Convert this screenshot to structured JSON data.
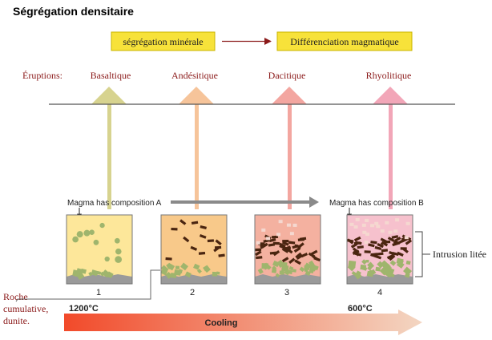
{
  "title": "Ségrégation densitaire",
  "process": {
    "from_label": "ségrégation minérale",
    "to_label": "Différenciation magmatique"
  },
  "eruptions": {
    "label": "Éruptions:",
    "types": [
      {
        "label": "Basaltique",
        "color": "#d7d38f"
      },
      {
        "label": "Andésitique",
        "color": "#f6c49a"
      },
      {
        "label": "Dacitique",
        "color": "#f3a6a0"
      },
      {
        "label": "Rhyolitique",
        "color": "#f2a6b8"
      }
    ]
  },
  "composition": {
    "a_label": "Magma has composition A",
    "b_label": "Magma has composition B"
  },
  "chambers": [
    {
      "number": "1",
      "fill": "#fde79a"
    },
    {
      "number": "2",
      "fill": "#f8c98a"
    },
    {
      "number": "3",
      "fill": "#f4b1a0"
    },
    {
      "number": "4",
      "fill": "#f6c1cd"
    }
  ],
  "intrusion_label": "Intrusion litée",
  "cumulate_label": {
    "line1": "Roche",
    "line2": "cumulative,",
    "line3": "dunite."
  },
  "temperature": {
    "start": "1200°C",
    "end": "600°C",
    "bar_label": "Cooling"
  },
  "colors": {
    "box_fill": "#f7e23a",
    "box_border": "#c9b400",
    "arrow_red": "#8b1a1a",
    "timeline": "#555555",
    "olivine": "#9fb56d",
    "crystal_dark": "#4a2510",
    "feldspar": "#f5d8d0",
    "floor": "#9a9a9a",
    "cooling_start": "#f24a2a",
    "cooling_end": "#f3d6c2"
  }
}
